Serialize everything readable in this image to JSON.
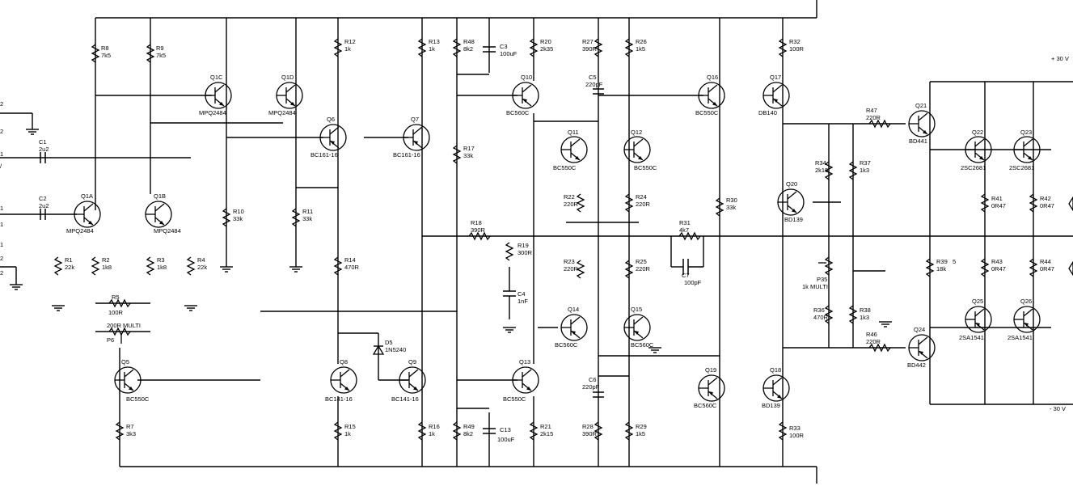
{
  "rails": {
    "pos": "+ 30 V",
    "neg": "- 30 V"
  },
  "resistors": [
    {
      "id": "R8",
      "val": "7k5"
    },
    {
      "id": "R9",
      "val": "7k5"
    },
    {
      "id": "R12",
      "val": "1k"
    },
    {
      "id": "R13",
      "val": "1k"
    },
    {
      "id": "R48",
      "val": "8k2"
    },
    {
      "id": "R20",
      "val": "2k35"
    },
    {
      "id": "R27",
      "val": "390R"
    },
    {
      "id": "R26",
      "val": "1k5"
    },
    {
      "id": "R32",
      "val": "100R"
    },
    {
      "id": "R10",
      "val": "33k"
    },
    {
      "id": "R11",
      "val": "33k"
    },
    {
      "id": "R17",
      "val": "33k"
    },
    {
      "id": "R1",
      "val": "22k"
    },
    {
      "id": "R2",
      "val": "1k8"
    },
    {
      "id": "R3",
      "val": "1k8"
    },
    {
      "id": "R4",
      "val": "22k"
    },
    {
      "id": "R5",
      "val": "100R"
    },
    {
      "id": "R14",
      "val": "470R"
    },
    {
      "id": "R18",
      "val": "390R"
    },
    {
      "id": "R19",
      "val": "300R"
    },
    {
      "id": "R22",
      "val": "220R"
    },
    {
      "id": "R24",
      "val": "220R"
    },
    {
      "id": "R23",
      "val": "220R"
    },
    {
      "id": "R25",
      "val": "220R"
    },
    {
      "id": "R31",
      "val": "4k7"
    },
    {
      "id": "R30",
      "val": "33k"
    },
    {
      "id": "R34",
      "val": "2k15"
    },
    {
      "id": "R37",
      "val": "1k3"
    },
    {
      "id": "R36",
      "val": "470R"
    },
    {
      "id": "R38",
      "val": "1k3"
    },
    {
      "id": "R47",
      "val": "220R"
    },
    {
      "id": "R46",
      "val": "220R"
    },
    {
      "id": "R39",
      "val": "18k"
    },
    {
      "id": "R41",
      "val": "0R47"
    },
    {
      "id": "R42",
      "val": "0R47"
    },
    {
      "id": "R43",
      "val": "0R47"
    },
    {
      "id": "R44",
      "val": "0R47"
    },
    {
      "id": "R7",
      "val": "3k3"
    },
    {
      "id": "R15",
      "val": "1k"
    },
    {
      "id": "R16",
      "val": "1k"
    },
    {
      "id": "R49",
      "val": "8k2"
    },
    {
      "id": "R21",
      "val": "2k15"
    },
    {
      "id": "R28",
      "val": "390R"
    },
    {
      "id": "R29",
      "val": "1k5"
    },
    {
      "id": "R33",
      "val": "100R"
    }
  ],
  "r39_extra": "5",
  "pots": [
    {
      "id": "P6",
      "val": "200R MULTI"
    },
    {
      "id": "P35",
      "val": "1k MULTI"
    }
  ],
  "capacitors": [
    {
      "id": "C1",
      "val": "2u2"
    },
    {
      "id": "C2",
      "val": "2u2"
    },
    {
      "id": "C3",
      "val": "100uF"
    },
    {
      "id": "C5",
      "val": "220pF"
    },
    {
      "id": "C4",
      "val": "1nF"
    },
    {
      "id": "C7",
      "val": "100pF"
    },
    {
      "id": "C6",
      "val": "220pF"
    },
    {
      "id": "C13",
      "val": "100uF"
    }
  ],
  "transistors": [
    {
      "id": "Q1C",
      "type": "MPQ2484"
    },
    {
      "id": "Q1D",
      "type": "MPQ2484"
    },
    {
      "id": "Q6",
      "type": "BC161-16"
    },
    {
      "id": "Q7",
      "type": "BC161-16"
    },
    {
      "id": "Q10",
      "type": "BC560C"
    },
    {
      "id": "Q11",
      "type": "BC550C"
    },
    {
      "id": "Q12",
      "type": "BC550C"
    },
    {
      "id": "Q16",
      "type": "BC550C"
    },
    {
      "id": "Q17",
      "type": "DB140"
    },
    {
      "id": "Q1A",
      "type": "MPQ2484"
    },
    {
      "id": "Q1B",
      "type": "MPQ2484"
    },
    {
      "id": "Q20",
      "type": "BD139"
    },
    {
      "id": "Q21",
      "type": "BD441"
    },
    {
      "id": "Q22",
      "type": "2SC2681"
    },
    {
      "id": "Q23",
      "type": "2SC2681"
    },
    {
      "id": "Q14",
      "type": "BC560C"
    },
    {
      "id": "Q15",
      "type": "BC560C"
    },
    {
      "id": "Q5",
      "type": "BC550C"
    },
    {
      "id": "Q8",
      "type": "BC141-16"
    },
    {
      "id": "Q9",
      "type": "BC141-16"
    },
    {
      "id": "Q13",
      "type": "BC550C"
    },
    {
      "id": "Q19",
      "type": "BC560C"
    },
    {
      "id": "Q18",
      "type": "BD139"
    },
    {
      "id": "Q24",
      "type": "BD442"
    },
    {
      "id": "Q25",
      "type": "2SA1541"
    },
    {
      "id": "Q26",
      "type": "2SA1541"
    }
  ],
  "diode": {
    "id": "D5",
    "type": "1N5240"
  },
  "left_pins": [
    "2",
    "2",
    "1",
    "/",
    "1",
    "1",
    "1",
    "2",
    "2"
  ]
}
